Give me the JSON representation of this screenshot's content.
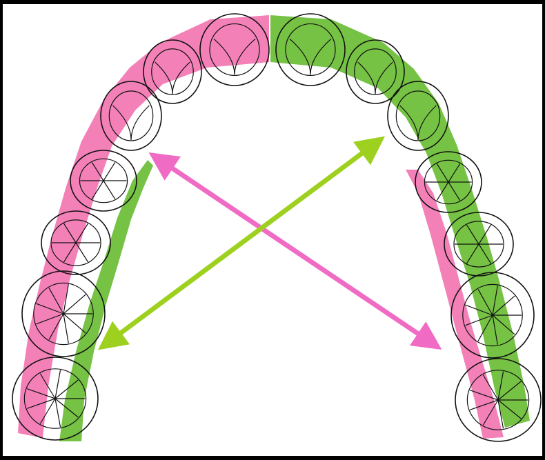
{
  "figure": {
    "background": "#ffffff",
    "frame_color": "#000000",
    "band_colors": {
      "pink": "#f27ab4",
      "green": "#6fbf3a"
    },
    "arrow_colors": {
      "pink": "#f06bc4",
      "green": "#9ed11f"
    },
    "outline_color": "#111111",
    "teeth": {
      "left": [
        "central-incisor",
        "lateral-incisor",
        "canine",
        "first-premolar",
        "second-premolar",
        "first-molar",
        "second-molar"
      ],
      "right": [
        "central-incisor",
        "lateral-incisor",
        "canine",
        "first-premolar",
        "second-premolar",
        "first-molar",
        "second-molar"
      ]
    }
  }
}
